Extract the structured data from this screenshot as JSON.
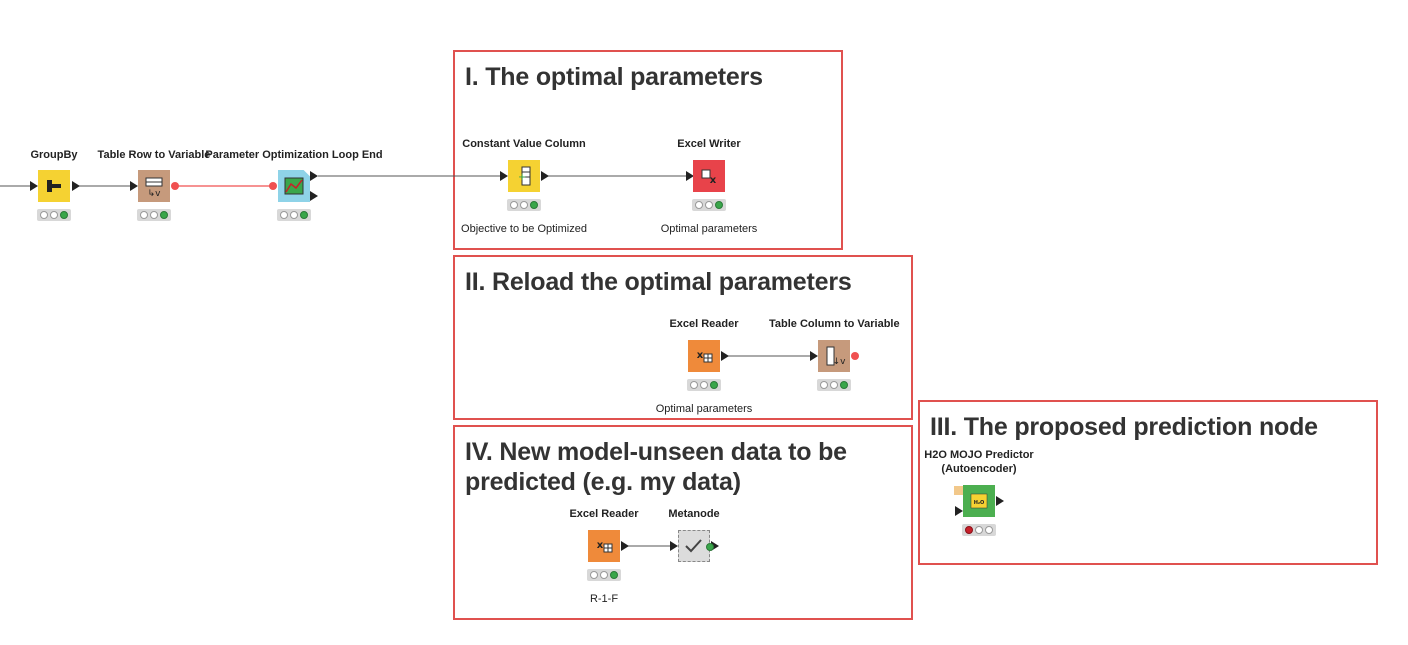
{
  "annotations": {
    "a1": "I. The optimal parameters",
    "a2": "II. Reload the optimal parameters",
    "a3": "III. The proposed prediction node",
    "a4_line1": "IV. New model-unseen data to be",
    "a4_line2": "predicted (e.g. my data)"
  },
  "nodes": {
    "groupby": {
      "title": "GroupBy"
    },
    "table_row_to_variable": {
      "title": "Table Row to Variable"
    },
    "param_opt_loop_end": {
      "title": "Parameter Optimization Loop End"
    },
    "constant_value_column": {
      "title": "Constant Value Column",
      "label": "Objective to be Optimized"
    },
    "excel_writer": {
      "title": "Excel Writer",
      "label": "Optimal parameters"
    },
    "excel_reader_2": {
      "title": "Excel Reader",
      "label": "Optimal parameters"
    },
    "table_column_to_variable": {
      "title": "Table Column to Variable"
    },
    "h2o_mojo_predictor": {
      "title_line1": "H2O MOJO Predictor",
      "title_line2": "(Autoencoder)"
    },
    "excel_reader_4": {
      "title": "Excel Reader",
      "label": "R-1-F"
    },
    "metanode": {
      "title": "Metanode"
    }
  },
  "colors": {
    "annotation_border": "#e0514f",
    "manipulator_yellow": "#f5d232",
    "variable_brown": "#c69a7c",
    "loop_blue": "#8fd3e8",
    "writer_red": "#e8434a",
    "reader_orange": "#ef8a3a",
    "predictor_green": "#4caf50",
    "flow_variable_red": "#f05050"
  },
  "icons": {
    "groupby": "groupby-icon",
    "table_row_to_variable": "row-to-variable-icon",
    "param_opt_loop_end": "loop-end-chart-icon",
    "constant_value_column": "constant-column-icon",
    "excel_writer": "excel-writer-icon",
    "excel_reader": "excel-reader-icon",
    "table_column_to_variable": "column-to-variable-icon",
    "h2o_mojo_predictor": "h2o-predictor-icon",
    "metanode": "checkmark-icon"
  }
}
